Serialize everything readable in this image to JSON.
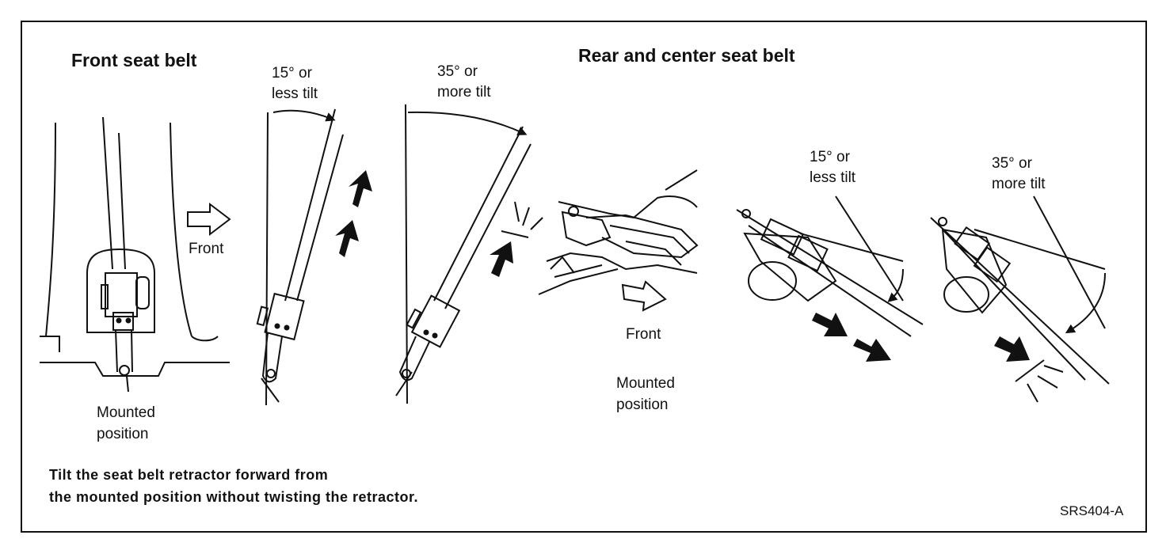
{
  "headings": {
    "front": "Front seat belt",
    "rear": "Rear and center seat belt"
  },
  "front_panel": {
    "direction_label": "Front",
    "mounted_line1": "Mounted",
    "mounted_line2": "position",
    "tilt_ok_line1": "15° or",
    "tilt_ok_line2": "less tilt",
    "tilt_lock_line1": "35° or",
    "tilt_lock_line2": "more tilt"
  },
  "rear_panel": {
    "direction_label": "Front",
    "mounted_line1": "Mounted",
    "mounted_line2": "position",
    "tilt_ok_line1": "15° or",
    "tilt_ok_line2": "less tilt",
    "tilt_lock_line1": "35° or",
    "tilt_lock_line2": "more tilt"
  },
  "instruction": {
    "line1": "Tilt the seat belt retractor forward from",
    "line2": "the mounted position without twisting the retractor."
  },
  "figure_code": "SRS404-A",
  "colors": {
    "ink": "#111111",
    "paper": "#ffffff"
  }
}
